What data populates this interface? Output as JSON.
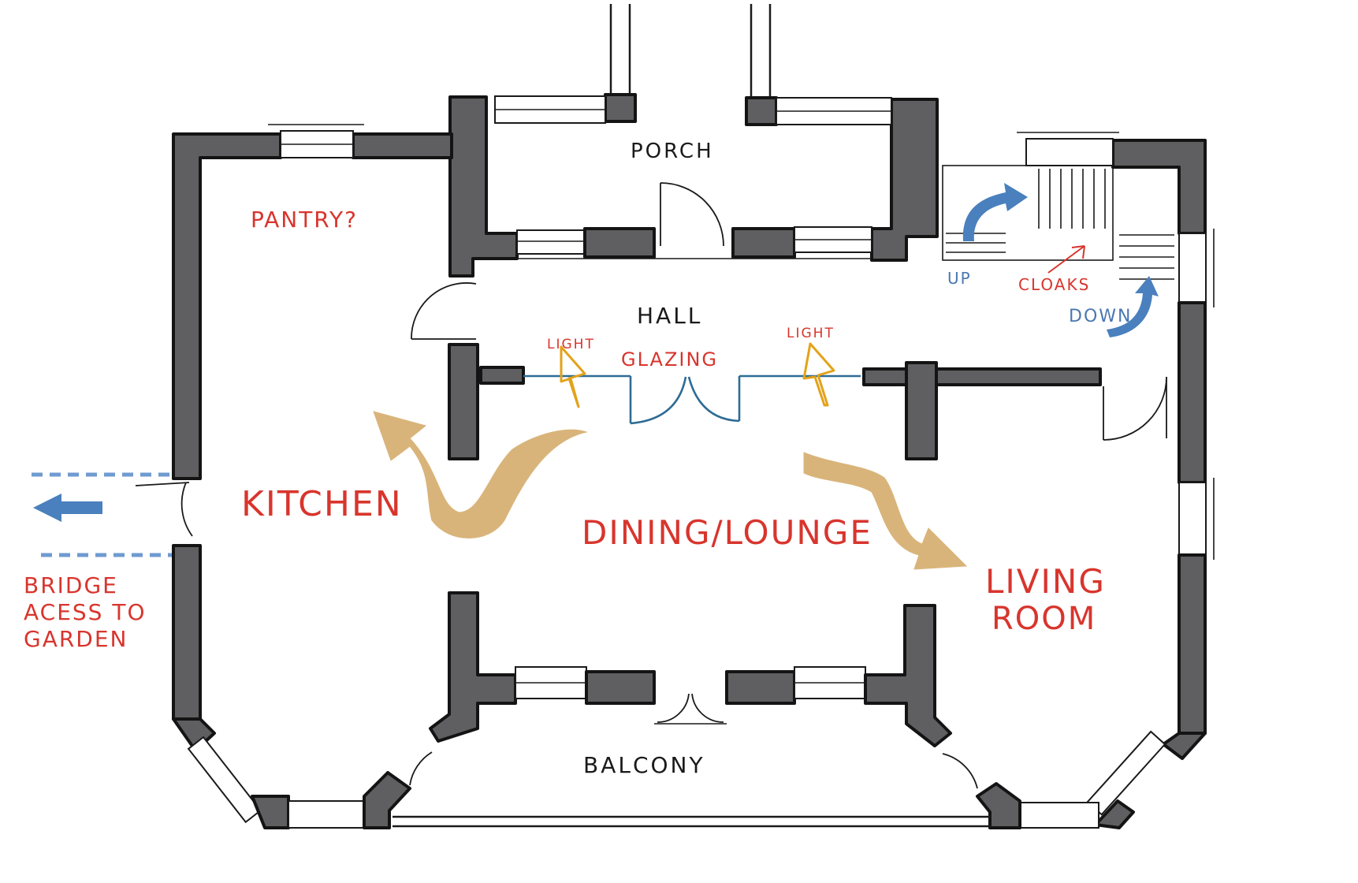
{
  "labels": {
    "porch": "PORCH",
    "pantry": "PANTRY?",
    "hall": "HALL",
    "light_left": "LIGHT",
    "light_right": "LIGHT",
    "glazing": "GLAZING",
    "kitchen": "KITCHEN",
    "dining_lounge": "DINING/LOUNGE",
    "living_line1": "LIVING",
    "living_line2": "ROOM",
    "up": "UP",
    "cloaks": "CLOAKS",
    "down": "DOWN",
    "bridge_line1": "BRIDGE",
    "bridge_line2": "ACESS TO",
    "bridge_line3": "GARDEN",
    "balcony": "BALCONY"
  },
  "colors": {
    "wall": "#5f5f61",
    "red_text": "#d8352d",
    "blue_text": "#4a78b0",
    "flow_arrow": "#d9b47a",
    "light_arrow": "#e3a21a",
    "glazing_line": "#2d6c95",
    "stair_arrow": "#4a80bd"
  },
  "icons": {
    "flow": "flow-arrow-icon",
    "light": "light-arrow-icon",
    "stair": "stair-arrow-icon",
    "exit": "exit-arrow-icon"
  }
}
